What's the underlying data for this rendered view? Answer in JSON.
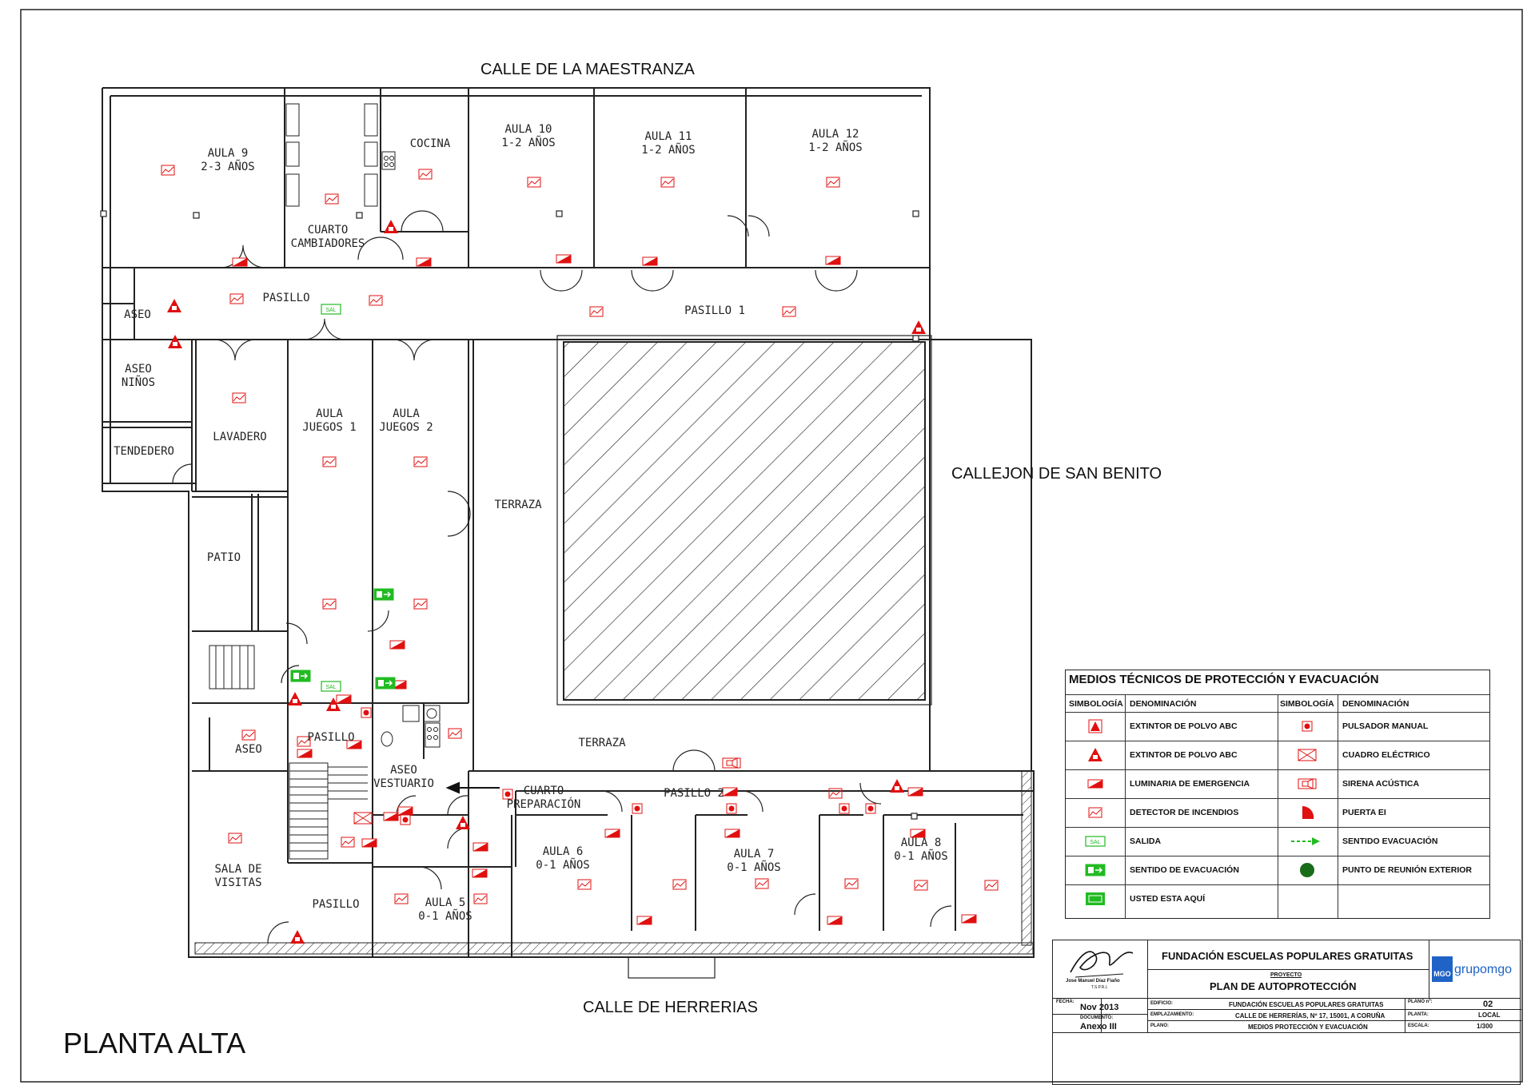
{
  "drawing": {
    "title": "PLANTA ALTA",
    "streets": {
      "north": "CALLE DE LA MAESTRANZA",
      "east": "CALLEJON DE SAN BENITO",
      "south": "CALLE DE HERRERIAS"
    }
  },
  "rooms": {
    "aula9": [
      "AULA 9",
      "2-3 AÑOS"
    ],
    "cuarto_cambiadores": [
      "CUARTO",
      "CAMBIADORES"
    ],
    "cocina": [
      "COCINA"
    ],
    "aula10": [
      "AULA 10",
      "1-2 AÑOS"
    ],
    "aula11": [
      "AULA 11",
      "1-2 AÑOS"
    ],
    "aula12": [
      "AULA 12",
      "1-2 AÑOS"
    ],
    "pasillo": [
      "PASILLO"
    ],
    "pasillo1": [
      "PASILLO 1"
    ],
    "aseo": [
      "ASEO"
    ],
    "aseo_ninos": [
      "ASEO",
      "NIÑOS"
    ],
    "tendedero": [
      "TENDEDERO"
    ],
    "lavadero": [
      "LAVADERO"
    ],
    "aula_juegos1": [
      "AULA",
      "JUEGOS 1"
    ],
    "aula_juegos2": [
      "AULA",
      "JUEGOS 2"
    ],
    "terraza_a": [
      "TERRAZA"
    ],
    "patio": [
      "PATIO"
    ],
    "pasillo_b": [
      "PASILLO"
    ],
    "aseo_b": [
      "ASEO"
    ],
    "aseo_vestuario": [
      "ASEO",
      "VESTUARIO"
    ],
    "terraza_b": [
      "TERRAZA"
    ],
    "cuarto_preparacion": [
      "CUARTO",
      "PREPARACIÓN"
    ],
    "pasillo2": [
      "PASILLO 2"
    ],
    "sala_visitas": [
      "SALA DE",
      "VISITAS"
    ],
    "aula6": [
      "AULA 6",
      "0-1 AÑOS"
    ],
    "aula7": [
      "AULA 7",
      "0-1 AÑOS"
    ],
    "aula8": [
      "AULA 8",
      "0-1 AÑOS"
    ],
    "pasillo_c": [
      "PASILLO"
    ],
    "aula5": [
      "AULA 5",
      "0-1 AÑOS"
    ]
  },
  "legend": {
    "title": "MEDIOS TÉCNICOS DE PROTECCIÓN Y EVACUACIÓN",
    "col_symbol": "SIMBOLOGÍA",
    "col_name": "DENOMINACIÓN",
    "left": [
      "EXTINTOR DE POLVO ABC",
      "EXTINTOR DE POLVO ABC",
      "LUMINARIA DE EMERGENCIA",
      "DETECTOR DE INCENDIOS",
      "SALIDA",
      "SENTIDO DE EVACUACIÓN",
      "USTED ESTA AQUÍ"
    ],
    "right": [
      "PULSADOR MANUAL",
      "CUADRO ELÉCTRICO",
      "SIRENA ACÚSTICA",
      "PUERTA EI",
      "SENTIDO EVACUACIÓN",
      "PUNTO DE REUNIÓN EXTERIOR"
    ],
    "sal_symbol": "SAL",
    "colors": {
      "red": "#e01010",
      "green": "#22bb22",
      "dark_green": "#1a6b1a"
    }
  },
  "title_block": {
    "signer": "Jose Manuel Díaz Fiaño",
    "signer_sub": "T.S.P.R.L",
    "company": "FUNDACIÓN ESCUELAS POPULARES GRATUITAS",
    "project_label": "PROYECTO",
    "project": "PLAN DE AUTOPROTECCIÓN",
    "logo_box": "MGO",
    "logo_text": "grupomgo",
    "fecha_label": "FECHA:",
    "fecha": "Nov 2013",
    "documento_label": "DOCUMENTO:",
    "documento": "Anexo III",
    "edificio_label": "EDIFICIO:",
    "edificio": "FUNDACIÓN ESCUELAS POPULARES GRATUITAS",
    "emplazamiento_label": "EMPLAZAMIENTO:",
    "emplazamiento": "CALLE DE HERRERÍAS, Nº 17, 15001, A CORUÑA",
    "plano_label": "PLANO:",
    "plano": "MEDIOS PROTECCIÓN Y EVACUACIÓN",
    "plano_n_label": "PLANO nº:",
    "plano_n": "02",
    "planta_label": "PLANTA:",
    "planta": "LOCAL",
    "escala_label": "ESCALA:",
    "escala": "1/300"
  }
}
